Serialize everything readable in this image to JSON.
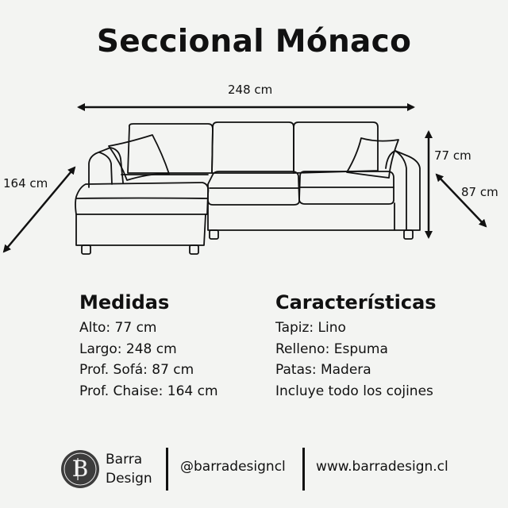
{
  "title": "Seccional Mónaco",
  "dimensions": {
    "width": "248 cm",
    "height": "77 cm",
    "chaise_depth": "164 cm",
    "sofa_depth": "87 cm"
  },
  "medidas": {
    "heading": "Medidas",
    "rows": [
      "Alto: 77 cm",
      "Largo: 248 cm",
      "Prof. Sofá: 87 cm",
      "Prof. Chaise: 164 cm"
    ]
  },
  "caracteristicas": {
    "heading": "Características",
    "rows": [
      "Tapiz: Lino",
      "Relleno: Espuma",
      "Patas: Madera",
      "Incluye todo los cojines"
    ]
  },
  "footer": {
    "brand_line1": "Barra",
    "brand_line2": "Design",
    "instagram": "@barradesigncl",
    "website": "www.barradesign.cl"
  },
  "colors": {
    "background": "#f3f4f2",
    "ink": "#111111",
    "logo": "#3c3c3c"
  }
}
